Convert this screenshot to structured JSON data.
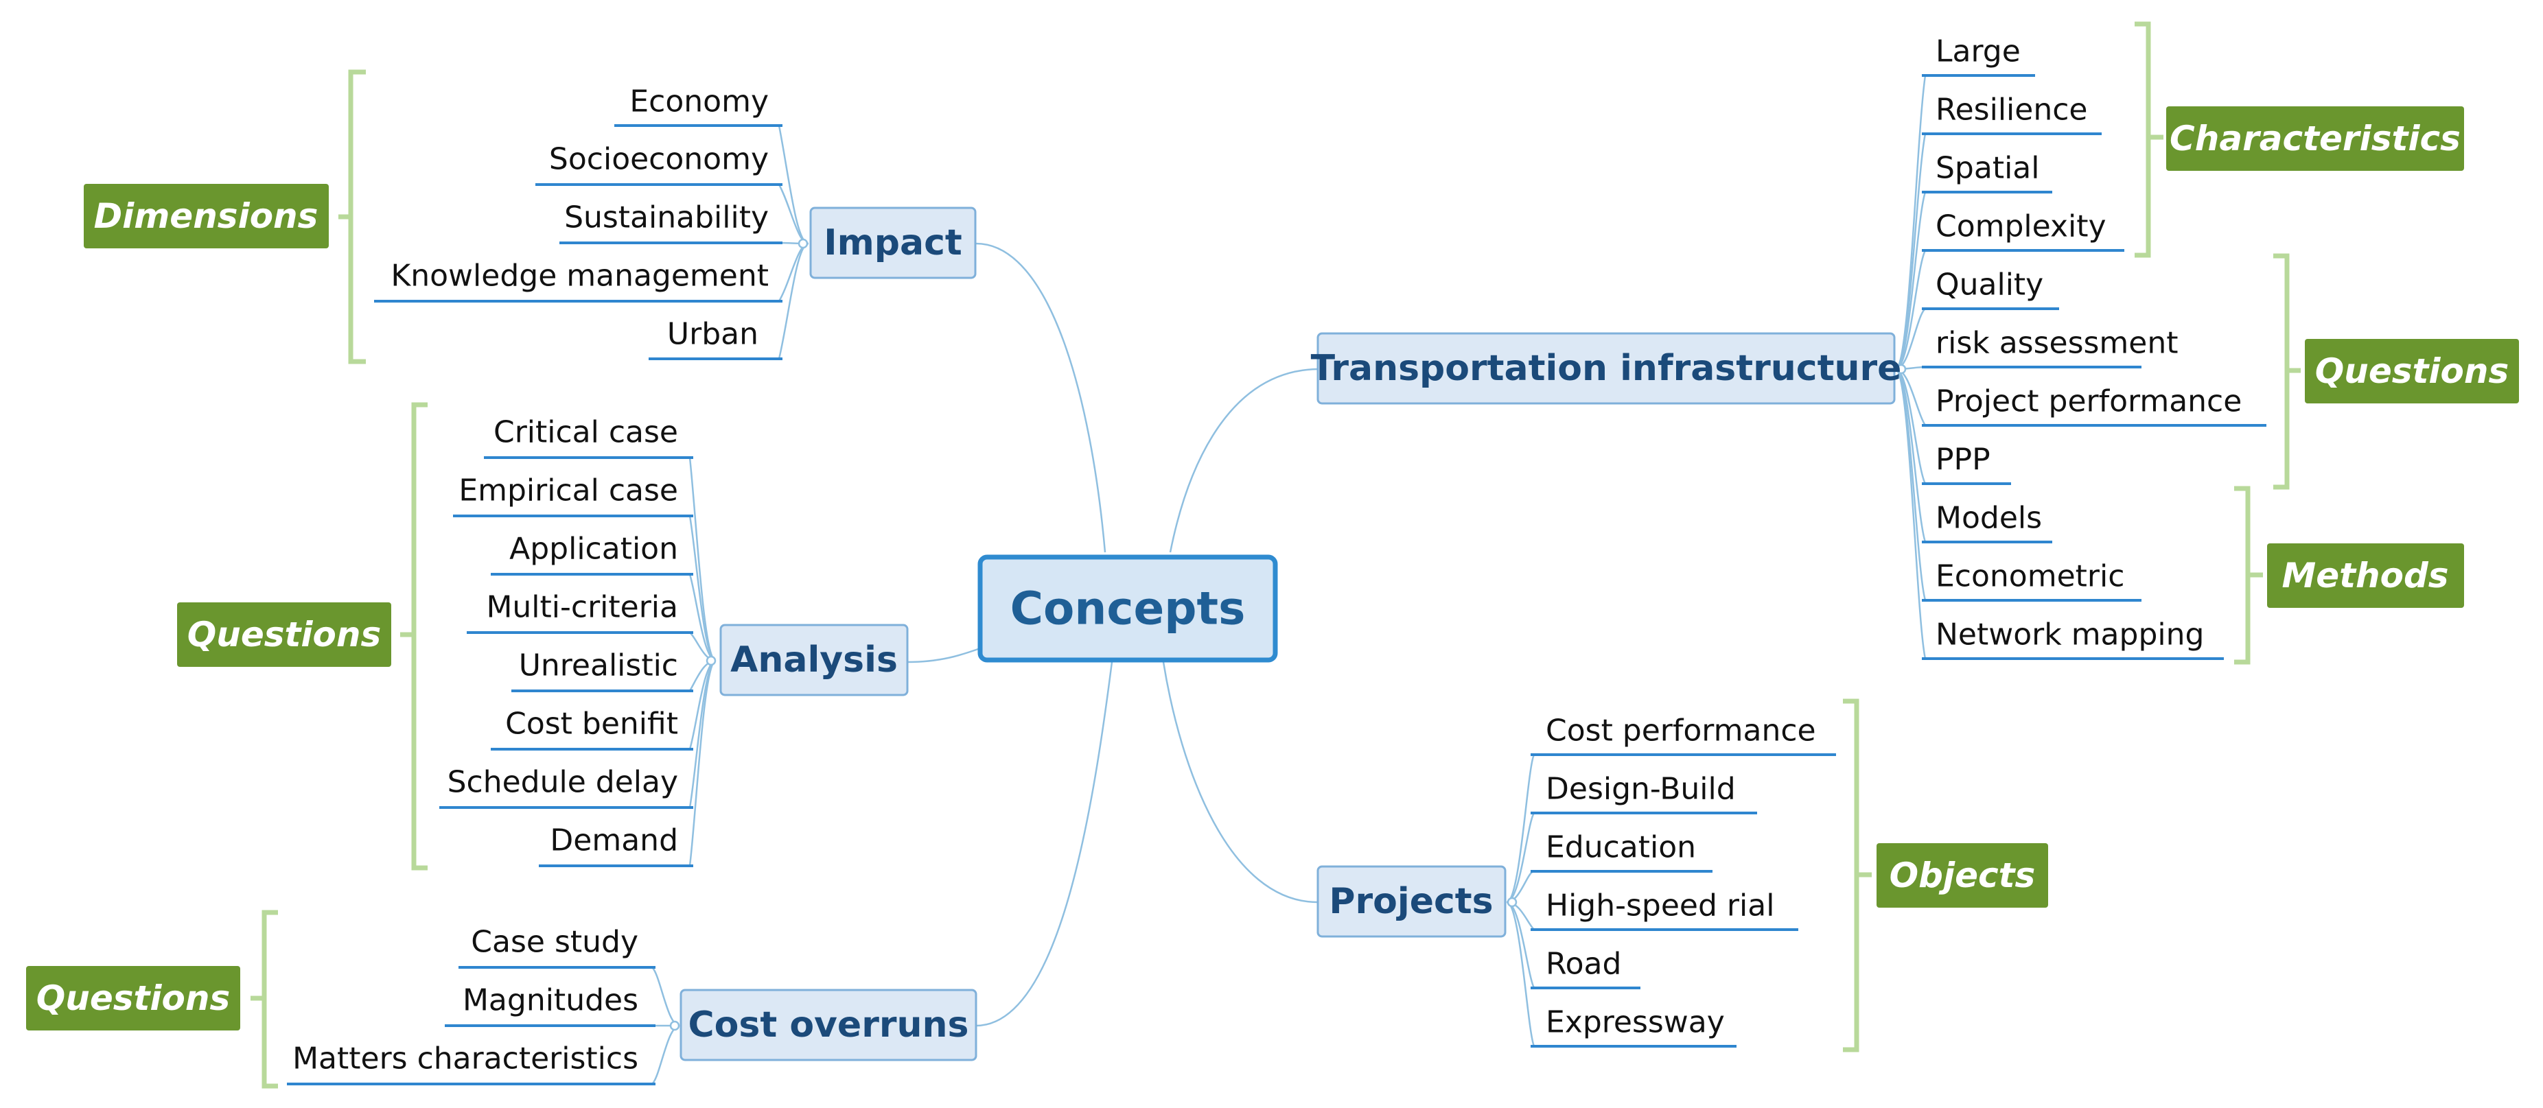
{
  "central": "Concepts",
  "branches": {
    "impact": {
      "label": "Impact",
      "children": [
        "Economy",
        "Socioeconomy",
        "Sustainability",
        "Knowledge management",
        "Urban"
      ],
      "tag": "Dimensions"
    },
    "analysis": {
      "label": "Analysis",
      "children": [
        "Critical case",
        "Empirical case",
        "Application",
        "Multi-criteria",
        "Unrealistic",
        "Cost benifit",
        "Schedule delay",
        "Demand"
      ],
      "tag": "Questions"
    },
    "cost_overruns": {
      "label": "Cost overruns",
      "children": [
        "Case study",
        "Magnitudes",
        "Matters characteristics"
      ],
      "tag": "Questions"
    },
    "transportation": {
      "label": "Transportation infrastructure",
      "children": [
        "Large",
        "Resilience",
        "Spatial",
        "Complexity",
        "Quality",
        "risk assessment",
        "Project performance",
        "PPP",
        "Models",
        "Econometric",
        "Network mapping"
      ],
      "tags": [
        "Characteristics",
        "Questions",
        "Methods"
      ]
    },
    "projects": {
      "label": "Projects",
      "children": [
        "Cost performance",
        "Design-Build",
        "Education",
        "High-speed rial",
        "Road",
        "Expressway"
      ],
      "tag": "Objects"
    }
  },
  "colors": {
    "central_border": "#2f8bd0",
    "node_fill": "#dce8f5",
    "node_text": "#1b4a7a",
    "underline": "#2f86cf",
    "bracket": "#b8d99a",
    "tag_fill": "#6a962e",
    "tag_text": "#ffffff"
  }
}
